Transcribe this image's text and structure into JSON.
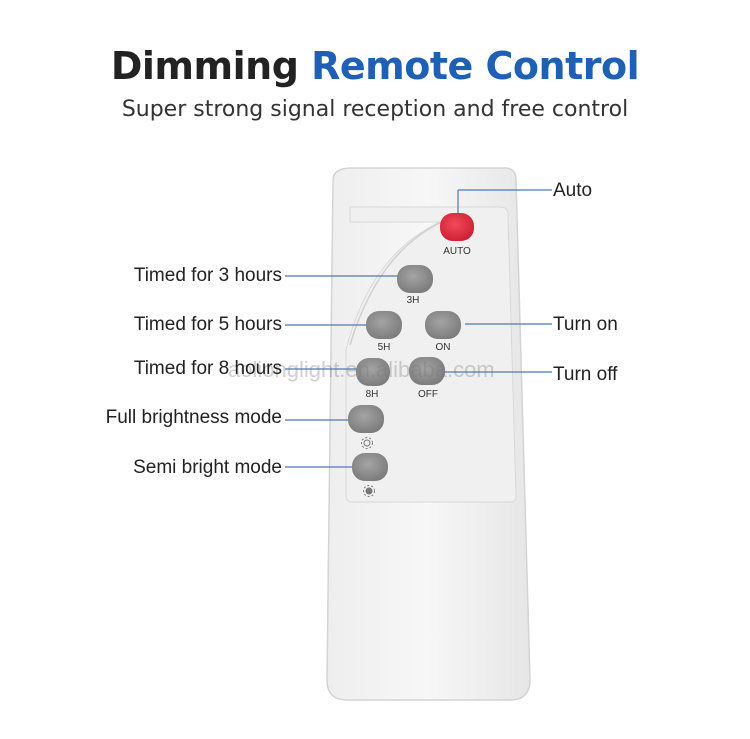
{
  "header": {
    "title_part1": "Dimming",
    "title_part2": "Remote Control",
    "subtitle": "Super strong signal reception and free control",
    "accent_color": "#1f5fb4"
  },
  "buttons": {
    "auto": "AUTO",
    "h3": "3H",
    "h5": "5H",
    "on": "ON",
    "h8": "8H",
    "off": "OFF"
  },
  "labels": {
    "auto": "Auto",
    "timed3": "Timed for 3 hours",
    "timed5": "Timed for 5 hours",
    "timed8": "Timed for 8 hours",
    "full": "Full brightness mode",
    "semi": "Semi bright mode",
    "turn_on": "Turn on",
    "turn_off": "Turn off"
  },
  "watermark": "aolionglight.en.alibaba.com",
  "colors": {
    "auto_button": "#e3263b",
    "gray_button": "#8d8d8d",
    "line": "#4f78b8"
  }
}
